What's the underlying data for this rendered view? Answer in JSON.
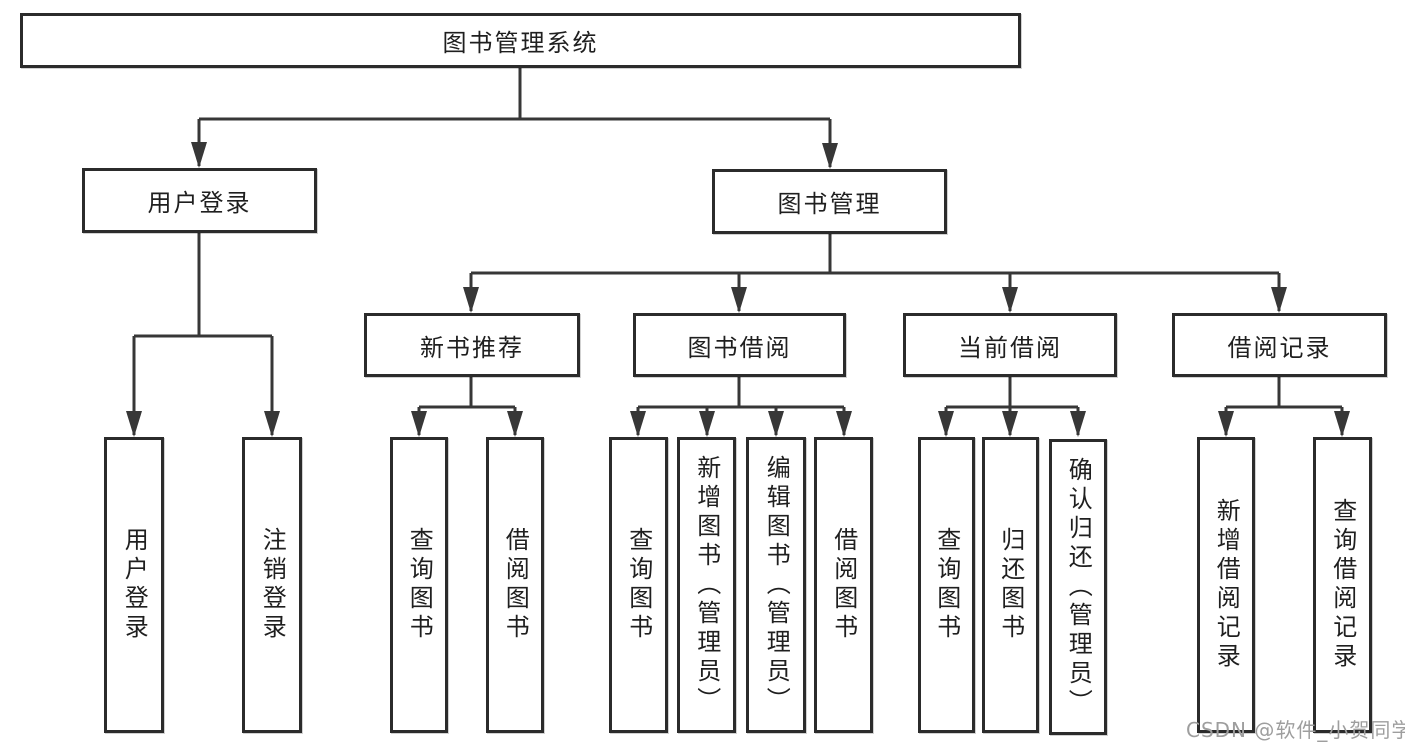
{
  "root": {
    "label": "图书管理系统"
  },
  "branches": [
    {
      "label": "用户登录",
      "children": [
        {
          "label": "用户登录"
        },
        {
          "label": "注销登录"
        }
      ]
    },
    {
      "label": "图书管理",
      "children": [
        {
          "label": "新书推荐",
          "children": [
            {
              "label": "查询图书"
            },
            {
              "label": "借阅图书"
            }
          ]
        },
        {
          "label": "图书借阅",
          "children": [
            {
              "label": "查询图书"
            },
            {
              "label": "新增图书（管理员）"
            },
            {
              "label": "编辑图书（管理员）"
            },
            {
              "label": "借阅图书"
            }
          ]
        },
        {
          "label": "当前借阅",
          "children": [
            {
              "label": "查询图书"
            },
            {
              "label": "归还图书"
            },
            {
              "label": "确认归还（管理员）"
            }
          ]
        },
        {
          "label": "借阅记录",
          "children": [
            {
              "label": "新增借阅记录"
            },
            {
              "label": "查询借阅记录"
            }
          ]
        }
      ]
    }
  ],
  "watermark": {
    "text": "CSDN @软件_小贺同学"
  },
  "colors": {
    "line": "#373737",
    "border": "#2b2b2b",
    "text": "#1f1f1f",
    "background": "#ffffff",
    "watermark": "#9e9e9e"
  }
}
